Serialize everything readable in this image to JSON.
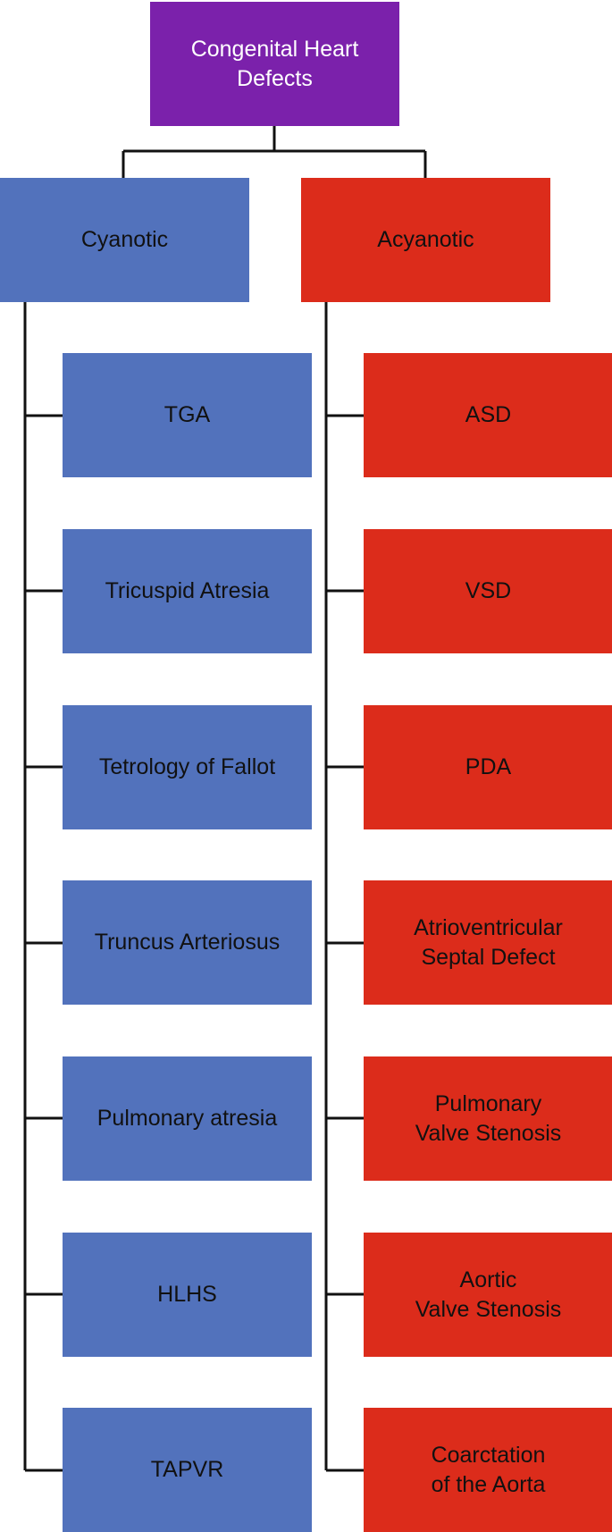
{
  "colors": {
    "root": "#7b21ab",
    "cyanotic": "#5272bc",
    "acyanotic": "#dc2c1b",
    "line": "#111111"
  },
  "root": {
    "label": "Congenital Heart\nDefects"
  },
  "cyanotic": {
    "label": "Cyanotic",
    "items": [
      "TGA",
      "Tricuspid Atresia",
      "Tetrology of Fallot",
      "Truncus Arteriosus",
      "Pulmonary atresia",
      "HLHS",
      "TAPVR"
    ]
  },
  "acyanotic": {
    "label": "Acyanotic",
    "items": [
      "ASD",
      "VSD",
      "PDA",
      "Atrioventricular\nSeptal Defect",
      "Pulmonary\nValve Stenosis",
      "Aortic\nValve Stenosis",
      "Coarctation\nof the Aorta"
    ]
  }
}
